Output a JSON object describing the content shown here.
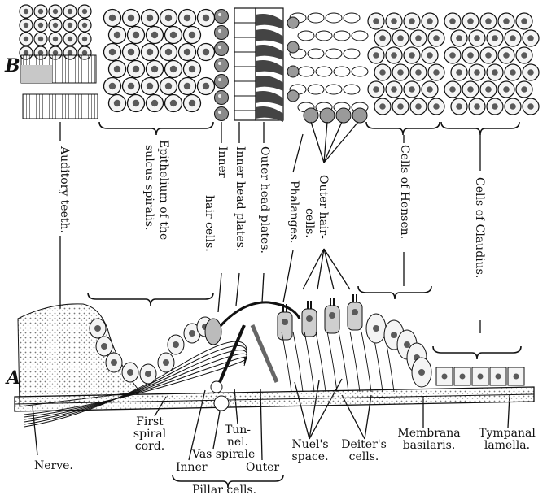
{
  "figure_letters": {
    "top": "B",
    "bottom": "A"
  },
  "top_labels": {
    "auditory_teeth": "Auditory teeth.",
    "epithelium_line1": "Epithelium of the",
    "epithelium_line2": "sulcus spiralis.",
    "inner_hair_line1": "Inner",
    "inner_hair_line2": "hair  cells.",
    "inner_head_plates": "Inner head plates.",
    "outer_head_plates": "Outer head plates.",
    "phalanges": "Phalanges.",
    "outer_hair_line1": "Outer hair-",
    "outer_hair_line2": "cells.",
    "hensen": "Cells of Hensen.",
    "claudius": "Cells of Claudius."
  },
  "bottom_labels": {
    "nerve": "Nerve.",
    "first_spiral_cord": [
      "First",
      "spiral",
      "cord."
    ],
    "tunnel": [
      "Tun-",
      "nel."
    ],
    "vas_spirale": "Vas spirale",
    "inner": "Inner",
    "outer": "Outer",
    "pillar_cells": "Pillar cells.",
    "nuels_space": [
      "Nuel's",
      "space."
    ],
    "deiters_cells": [
      "Deiter's",
      "cells."
    ],
    "membrana_basilaris": [
      "Membrana",
      "basilaris."
    ],
    "tympanal_lamella": [
      "Tympanal",
      "lamella."
    ]
  },
  "colors": {
    "ink": "#111111",
    "cell_fill": "#f4f4f4",
    "nucleus": "#5a5a5a",
    "stipple": "#bdbdbd"
  }
}
